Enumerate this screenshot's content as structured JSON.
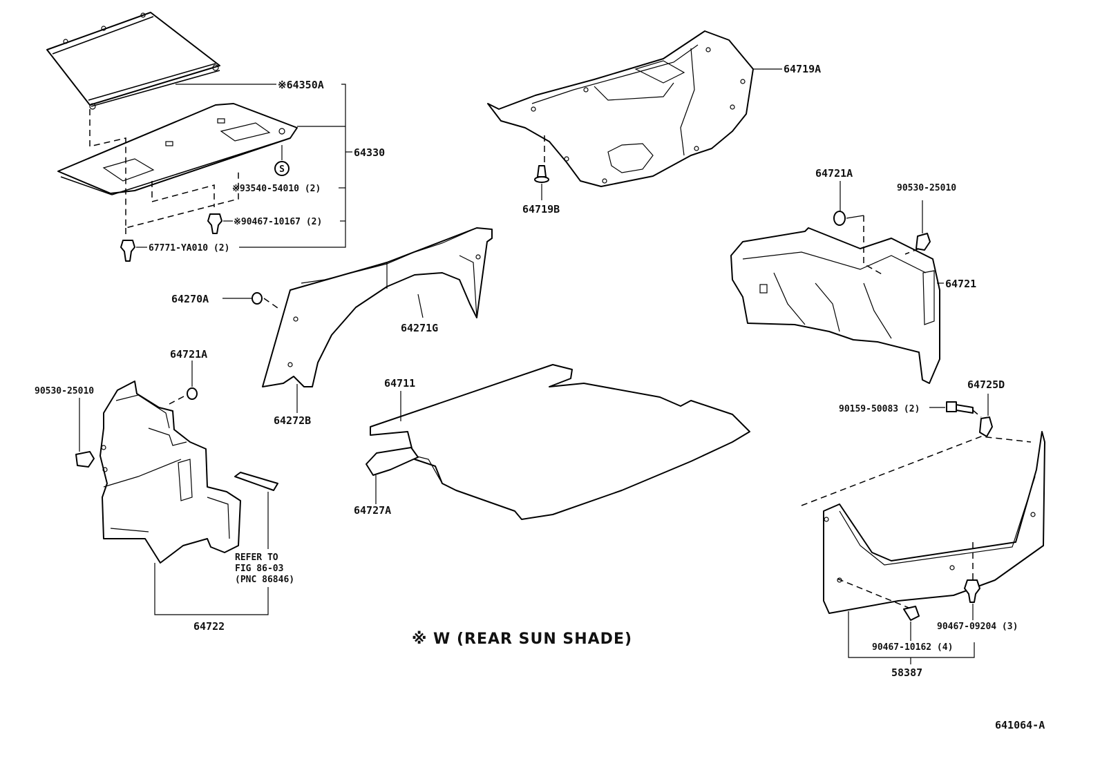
{
  "labels": {
    "p64350A": "※64350A",
    "p64330": "64330",
    "p93540": "※93540-54010 (2)",
    "p90467a": "※90467-10167 (2)",
    "p67771": "67771-YA010 (2)",
    "p64719A": "64719A",
    "p64719B": "64719B",
    "p64721A_r": "64721A",
    "p90530_r": "90530-25010",
    "p64721": "64721",
    "p64270A": "64270A",
    "p64271G": "64271G",
    "p64272B": "64272B",
    "p64721A_l": "64721A",
    "p90530_l": "90530-25010",
    "p64711": "64711",
    "p64727A": "64727A",
    "p64725D": "64725D",
    "p90159": "90159-50083 (2)",
    "p90467b": "90467-09204 (3)",
    "p90467c": "90467-10162 (4)",
    "p58387": "58387",
    "p64722": "64722",
    "refer1": "REFER TO",
    "refer2": "FIG 86-03",
    "refer3": "(PNC 86846)",
    "s_symbol": "S"
  },
  "note": "※ W (REAR SUN SHADE)",
  "figure_id": "641064-A"
}
